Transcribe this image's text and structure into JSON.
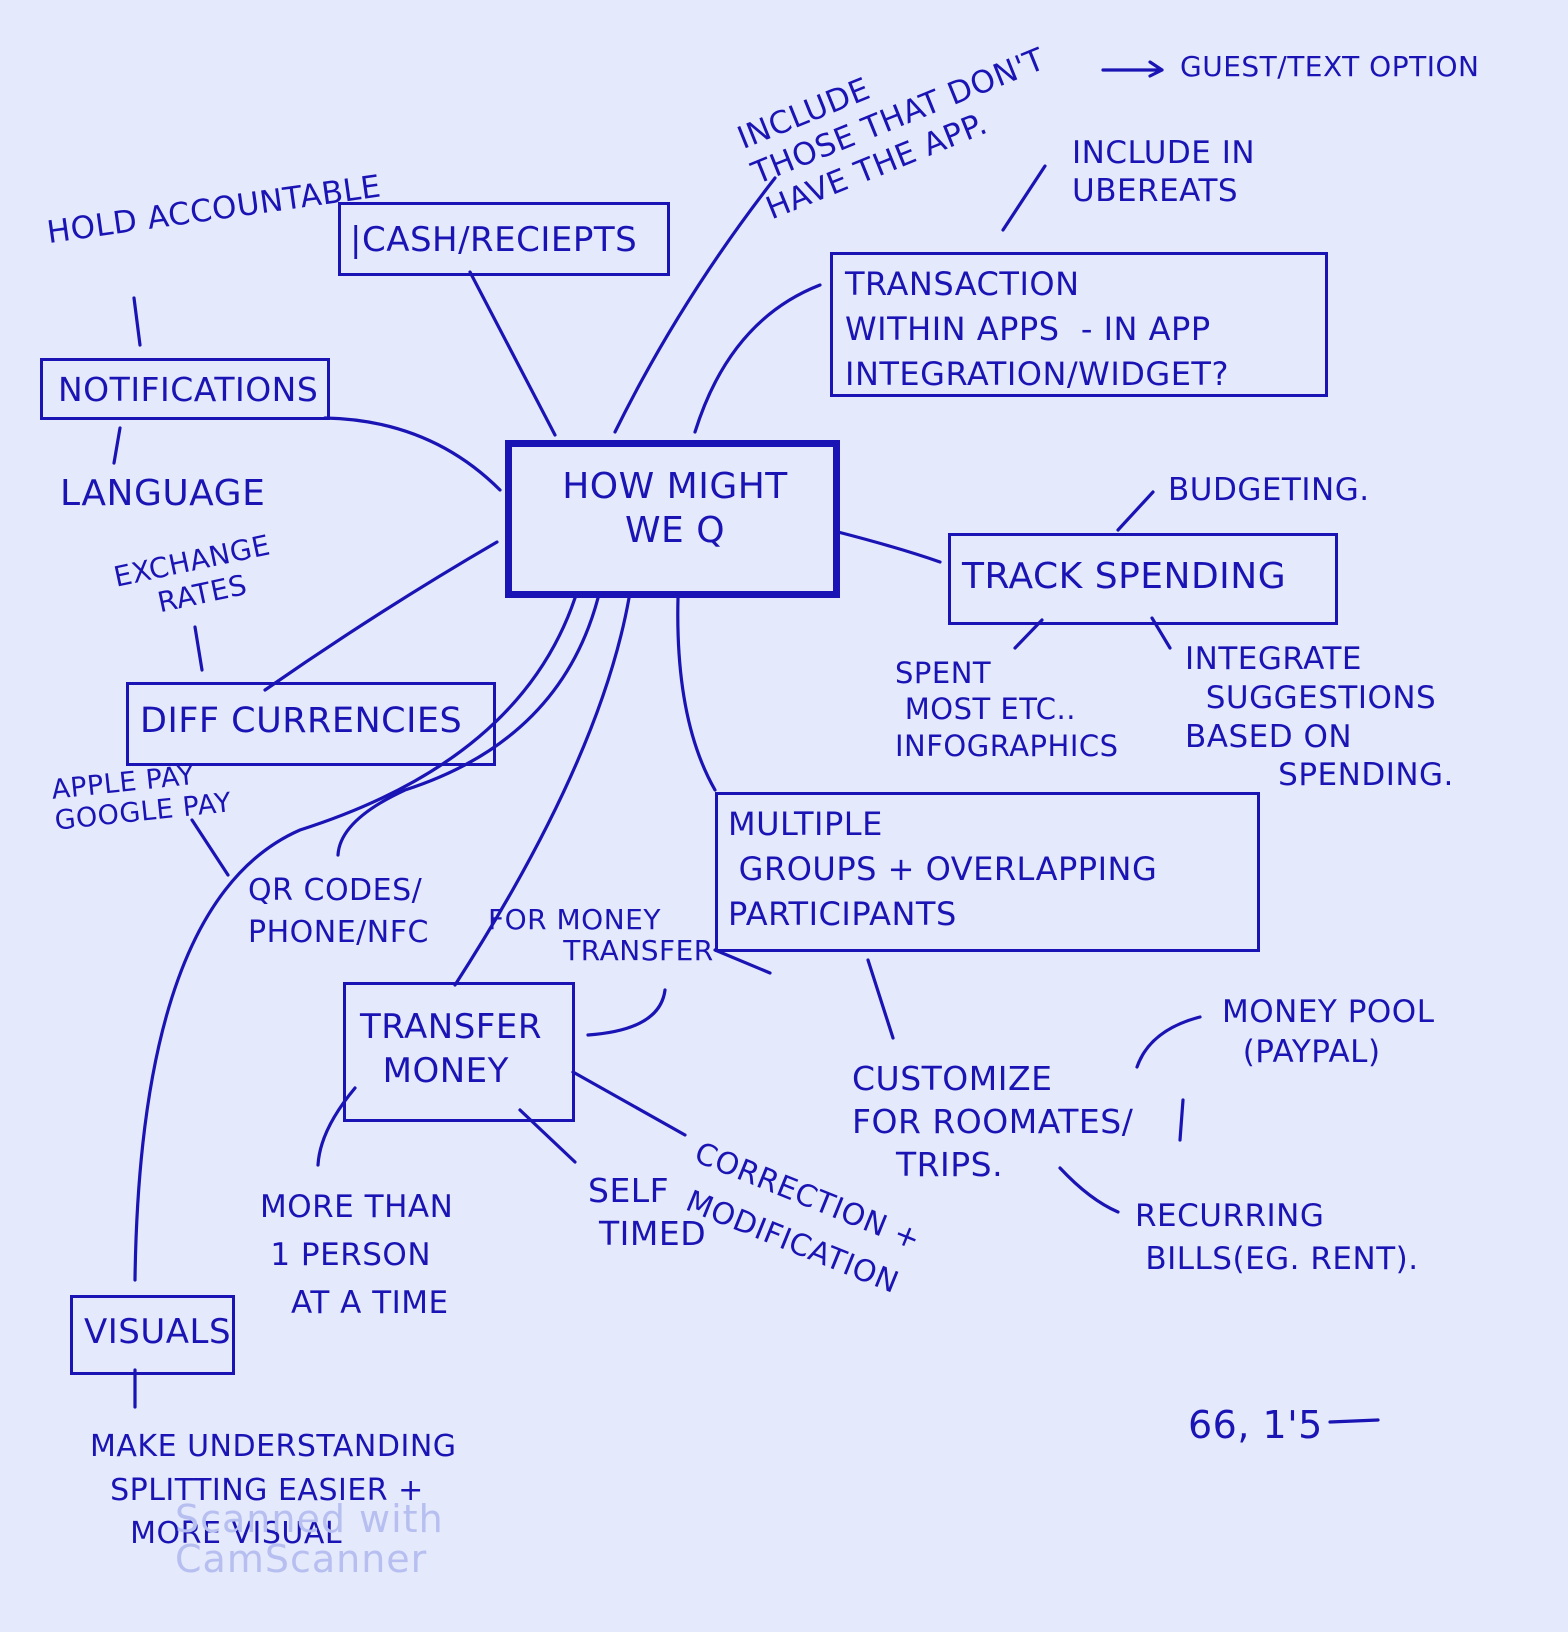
{
  "diagram": {
    "type": "mind-map",
    "ink_color": "#1a14b4",
    "paper_color": "#e4e9fc",
    "center": {
      "label": "HOW MIGHT\nWE Q"
    },
    "nodes": {
      "cash_receipts": "|CASH/RECIEPTS",
      "hold_accountable": "HOLD ACCOUNTABLE",
      "notifications": "NOTIFICATIONS",
      "language": "LANGUAGE",
      "include_non_app": "INCLUDE\nTHOSE THAT DON'T\nHAVE THE APP.",
      "guest_text_option": "GUEST/TEXT OPTION",
      "include_ubereats": "INCLUDE IN\nUBEREATS",
      "transaction_within_apps": "TRANSACTION\nWITHIN APPS  - IN APP\nINTEGRATION/WIDGET?",
      "budgeting": "BUDGETING.",
      "track_spending": "TRACK SPENDING",
      "spent_most": "SPENT\n MOST ETC..\nINFOGRAPHICS",
      "integrate_suggestions": "INTEGRATE\n  SUGGESTIONS\nBASED ON\n         SPENDING.",
      "exchange_rates": "EXCHANGE\n    RATES",
      "diff_currencies": "DIFF CURRENCIES",
      "apple_google_pay": "APPLE PAY\nGOOGLE PAY",
      "qr_codes": "QR CODES/\nPHONE/NFC",
      "for_money_transfer": "FOR MONEY\n        TRANSFER",
      "multiple_groups": "MULTIPLE\n GROUPS + OVERLAPPING\nPARTICIPANTS",
      "transfer_money": "TRANSFER\n  MONEY",
      "more_than_one": "MORE THAN\n 1 PERSON\n   AT A TIME",
      "self_timed": "SELF\n TIMED",
      "correction": "CORRECTION +\n MODIFICATION",
      "customize": "CUSTOMIZE\nFOR ROOMATES/\n    TRIPS.",
      "money_pool": "MONEY POOL\n  (PAYPAL)",
      "recurring_bills": "RECURRING\n BILLS(EG. RENT).",
      "visuals": "VISUALS",
      "make_understanding": "MAKE UNDERSTANDING\n  SPLITTING EASIER +\n    MORE VISUAL"
    },
    "margin_note": "66, 1'5",
    "watermark": "Scanned with\nCamScanner"
  }
}
